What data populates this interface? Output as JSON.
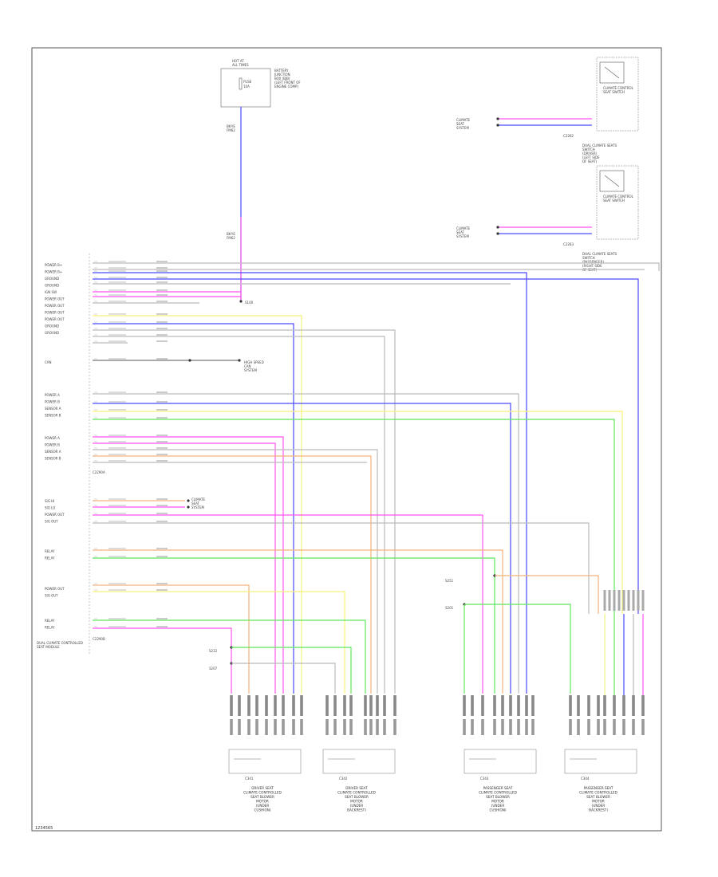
{
  "colors": {
    "pink": "#ff55ee",
    "blue": "#4a4aff",
    "yellow": "#f7f27a",
    "green": "#5ee85e",
    "orange": "#f3b27a",
    "black": "#555555",
    "gray": "#bbbbbb"
  },
  "diagram": {
    "footer_code": "1234565",
    "top_fuse_box": {
      "title": [
        "HOT AT",
        "ALL TIMES"
      ],
      "fuse": "FUSE",
      "amp": "10A",
      "side_text": [
        "BATTERY",
        "JUNCTION",
        "BOX (BJB)",
        "(LEFT FRONT OF",
        "ENGINE COMP)"
      ],
      "wire_label": [
        "BK-YE",
        "FM62"
      ],
      "wire_label2": [
        "BK-YE",
        "FM62"
      ],
      "splice": "S100"
    },
    "left_module": {
      "name": [
        "DUAL CLIMATE CONTROLLED",
        "SEAT MODULE"
      ],
      "connector": "C2290A",
      "group1_labels": [
        "POWER B+",
        "POWER B+",
        "GROUND",
        "GROUND",
        "IGN SW",
        "POWER OUT",
        "POWER OUT",
        "POWER OUT",
        "POWER OUT",
        "GROUND",
        "GROUND"
      ],
      "group2_labels": [
        "CAN"
      ],
      "group3_labels": [
        "POWER A",
        "POWER B",
        "SENSOR A",
        "SENSOR B"
      ],
      "group4_labels": [
        "POWER A",
        "POWER B",
        "SENSOR A",
        "SENSOR B"
      ],
      "group5_labels": [
        "SIG HI",
        "SIG LO",
        "POWER OUT",
        "SIG OUT"
      ],
      "group6_labels": [
        "RELAY",
        "RELAY"
      ],
      "group7_labels": [
        "POWER OUT",
        "SIG OUT"
      ],
      "group8_labels": [
        "RELAY",
        "RELAY"
      ],
      "bottom_connector": "C2290B"
    },
    "right_switches": [
      {
        "label": [
          "CLIMATE CONTROL",
          "SEAT SWITCH"
        ],
        "caption": [
          "DUAL CLIMATE SEATS",
          "SWITCH",
          "(DRIVER)",
          "(LEFT SIDE",
          "OF SEAT)"
        ],
        "connector": "C2262",
        "left_text": [
          "CLIMATE",
          "SEAT",
          "SYSTEM"
        ]
      },
      {
        "label": [
          "CLIMATE CONTROL",
          "SEAT SWITCH"
        ],
        "caption": [
          "DUAL CLIMATE SEATS",
          "SWITCH",
          "(PASSENGER)",
          "(RIGHT SIDE",
          "OF SEAT)"
        ],
        "connector": "C2263",
        "left_text": [
          "CLIMATE",
          "SEAT",
          "SYSTEM"
        ]
      }
    ],
    "can_labels": [
      "HIGH SPEED",
      "CAN",
      "SYSTEM"
    ],
    "sig_labels": [
      "CLIMATE",
      "SEAT",
      "SYSTEM"
    ],
    "splices": [
      "S212",
      "S207",
      "S251",
      "S201"
    ],
    "bottom_modules": [
      {
        "name": [
          "DRIVER SEAT",
          "CLIMATE CONTROLLED",
          "SEAT BLOWER",
          "MOTOR",
          "(UNDER",
          "CUSHION)"
        ],
        "connector": "C341"
      },
      {
        "name": [
          "DRIVER SEAT",
          "CLIMATE CONTROLLED",
          "SEAT BLOWER",
          "MOTOR",
          "(UNDER",
          "BACKREST)"
        ],
        "connector": "C342"
      },
      {
        "name": [
          "PASSENGER SEAT",
          "CLIMATE CONTROLLED",
          "SEAT BLOWER",
          "MOTOR",
          "(UNDER",
          "CUSHION)"
        ],
        "connector": "C343"
      },
      {
        "name": [
          "PASSENGER SEAT",
          "CLIMATE CONTROLLED",
          "SEAT BLOWER",
          "MOTOR",
          "(UNDER",
          "BACKREST)"
        ],
        "connector": "C344"
      }
    ]
  }
}
